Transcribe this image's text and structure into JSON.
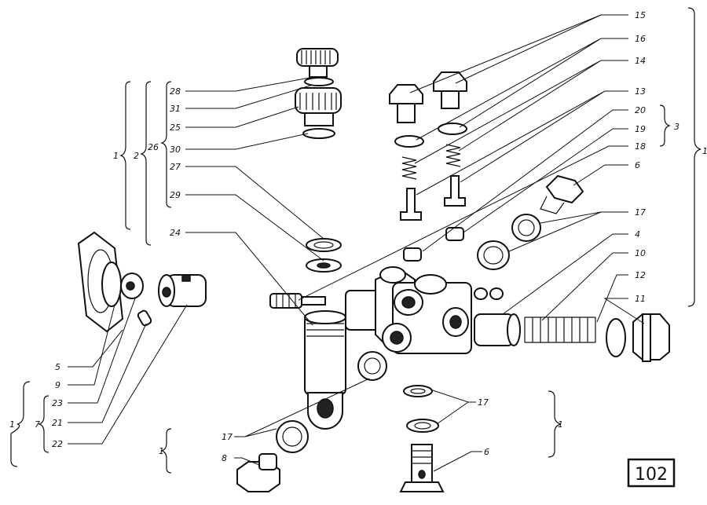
{
  "labels": {
    "l15": "15",
    "l16": "16",
    "l14": "14",
    "l13": "13",
    "l20": "20",
    "l19": "19",
    "l18": "18",
    "l3": "3",
    "l1_right": "1",
    "l6_top": "6",
    "l17_right": "17",
    "l4": "4",
    "l10": "10",
    "l12": "12",
    "l11": "11",
    "l28": "28",
    "l31": "31",
    "l25": "25",
    "l30": "30",
    "l27": "27",
    "l29": "29",
    "l24": "24",
    "l26": "26",
    "l2": "2",
    "l1_left_top": "1",
    "l5": "5",
    "l9": "9",
    "l23": "23",
    "l21": "21",
    "l22": "22",
    "l7": "7",
    "l1_left_bottom": "1",
    "l17_bottom_left": "17",
    "l8": "8",
    "l1_small": "1",
    "l17_bottom": "17",
    "l6_bottom": "6",
    "l1_bottom_right": "1"
  },
  "figure_number": "102"
}
